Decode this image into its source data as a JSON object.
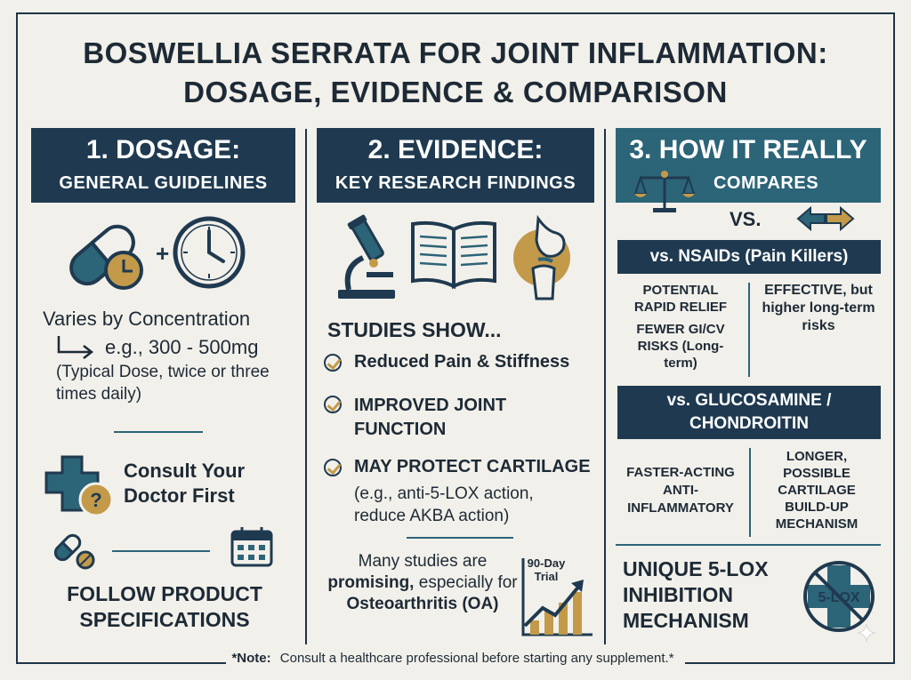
{
  "title": {
    "line1": "BOSWELLIA SERRATA FOR JOINT INFLAMMATION:",
    "line2": "DOSAGE, EVIDENCE & COMPARISON"
  },
  "dosage": {
    "heading": "1. DOSAGE:",
    "subheading": "GENERAL GUIDELINES",
    "varies": "Varies by Concentration",
    "example": "e.g., 300 - 500mg",
    "typical": "(Typical Dose, twice or three times daily)",
    "consult": "Consult Your Doctor First",
    "follow": "FOLLOW PRODUCT SPECIFICATIONS"
  },
  "evidence": {
    "heading": "2. EVIDENCE:",
    "subheading": "KEY RESEARCH FINDINGS",
    "studies_show": "STUDIES SHOW...",
    "findings": [
      "Reduced Pain & Stiffness",
      "IMPROVED JOINT FUNCTION",
      "MAY PROTECT CARTILAGE"
    ],
    "cartilage_note": "(e.g., anti-5-LOX action, reduce AKBA action)",
    "promising_pre": "Many studies are ",
    "promising_bold": "promising,",
    "promising_post": " especially for ",
    "oa": "Osteoarthritis (OA)",
    "trial_label": "90-Day Trial"
  },
  "compare": {
    "heading": "3. HOW IT REALLY",
    "subheading": "COMPARES",
    "vs": "VS.",
    "nsaids_bar": "vs. NSAIDs (Pain Killers)",
    "nsaids_left1": "POTENTIAL RAPID RELIEF",
    "nsaids_left2": "FEWER GI/CV RISKS (Long-term)",
    "nsaids_right": "EFFECTIVE, but higher long-term risks",
    "gluco_bar": "vs. GLUCOSAMINE / CHONDROITIN",
    "gluco_left": "FASTER-ACTING ANTI-INFLAMMATORY",
    "gluco_right": "LONGER, POSSIBLE CARTILAGE BUILD-UP MECHANISM",
    "unique": "UNIQUE 5-LOX INHIBITION MECHANISM",
    "lox_label": "5-LOX"
  },
  "note": {
    "prefix": "*Note:",
    "text": " Consult a healthcare professional before starting any supplement.*"
  },
  "colors": {
    "navy": "#1f3a50",
    "teal": "#2c6478",
    "gold": "#c39a4a",
    "background": "#f2f0ea"
  }
}
